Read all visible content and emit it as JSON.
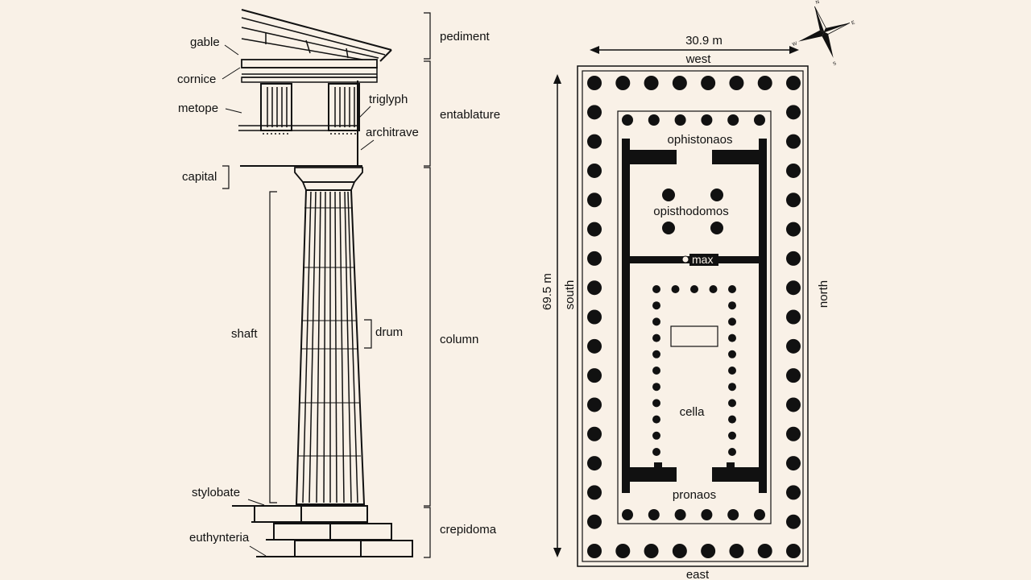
{
  "column_diagram": {
    "labels": {
      "gable": "gable",
      "cornice": "cornice",
      "metope": "metope",
      "triglyph": "triglyph",
      "architrave": "architrave",
      "capital": "capital",
      "shaft": "shaft",
      "drum": "drum",
      "stylobate": "stylobate",
      "euthynteria": "euthynteria"
    },
    "sections": {
      "pediment": "pediment",
      "entablature": "entablature",
      "column": "column",
      "crepidoma": "crepidoma"
    }
  },
  "plan": {
    "width_label": "30.9 m",
    "length_label": "69.5 m",
    "sides": {
      "west": "west",
      "east": "east",
      "south": "south",
      "north": "north"
    },
    "rooms": {
      "ophistonaos": "ophistonaos",
      "opisthodomos": "opisthodomos",
      "max": "max",
      "cella": "cella",
      "pronaos": "pronaos"
    },
    "compass": {
      "n": "N",
      "s": "S",
      "e": "E",
      "w": "W"
    }
  },
  "colors": {
    "background": "#f9f1e7",
    "ink": "#111111"
  }
}
